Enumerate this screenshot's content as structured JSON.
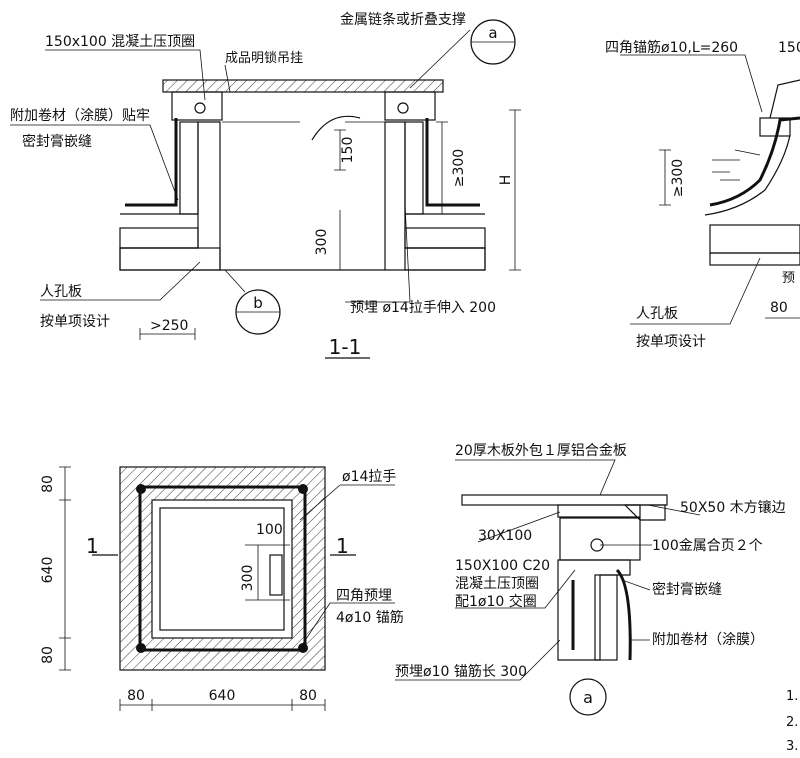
{
  "section_1_1": {
    "label_top_left": "150x100 混凝土压顶圈",
    "label_top_right": "金属链条或折叠支撑",
    "label_lock": "成品明锁吊挂",
    "label_membrane": "附加卷材（涂膜）贴牢",
    "label_sealant": "密封膏嵌缝",
    "label_manhole": "人孔板",
    "label_manhole_sub": "按单项设计",
    "label_embed": "预埋 ø14拉手伸入 200",
    "dim_150": "150",
    "dim_300": "300",
    "dim_ge300": "≥300",
    "dim_H": "H",
    "dim_ge250": ">250",
    "callout_a": "a",
    "callout_b": "b",
    "title": "1-1"
  },
  "detail_right_top": {
    "label_anchor": "四角锚筋ø10,L=260",
    "label_cut": "150",
    "dim_ge300": "≥300",
    "label_manhole": "人孔板",
    "label_manhole_sub": "按单项设计",
    "dim_80": "80",
    "label_pre_cut": "预"
  },
  "plan": {
    "dim_80_top": "80",
    "dim_640_left": "640",
    "dim_80_bottom": "80",
    "dim_80_left": "80",
    "dim_640_bottom": "640",
    "dim_80_right": "80",
    "cut_left": "1",
    "cut_right": "1",
    "label_handle": "ø14拉手",
    "dim_100": "100",
    "dim_300": "300",
    "label_anchor_1": "四角预埋",
    "label_anchor_2": "4ø10 锚筋"
  },
  "detail_a": {
    "label_board": "20厚木板外包１厚铝合金板",
    "label_edge": "50X50 木方镶边",
    "label_30x100": "30X100",
    "label_hinge": "100金属合页２个",
    "label_ring_1": "150X100  C20",
    "label_ring_2": "混凝土压顶圈",
    "label_ring_3": "配1ø10 交圈",
    "label_sealant": "密封膏嵌缝",
    "label_membrane": "附加卷材（涂膜）",
    "label_embed": "预埋ø10 锚筋长 300",
    "callout": "a"
  },
  "notes": {
    "n1": "1.",
    "n2": "2.",
    "n3": "3."
  }
}
